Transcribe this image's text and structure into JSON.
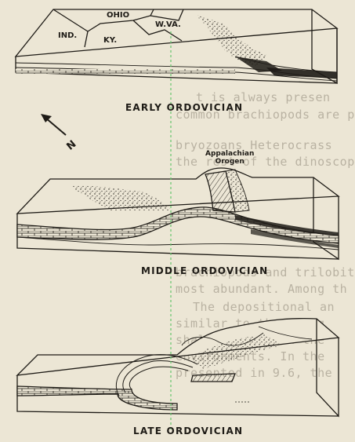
{
  "background_text": [
    "t is always presen",
    "common brachiopods are p",
    "bryozoans Heterocrass",
    "the rest of the dinoscope",
    "brachiopods and trilobit",
    "most abundant. Among th",
    "The depositional an",
    "similar to that of g",
    "shallow water on the",
    "environments. In the",
    "presented in 9.6, the"
  ],
  "panels": {
    "early": {
      "caption": "EARLY ORDOVICIAN",
      "states": {
        "ohio": "OHIO",
        "ind": "IND.",
        "ky": "KY.",
        "wva": "W.VA."
      }
    },
    "compass": {
      "north_label": "N"
    },
    "middle": {
      "caption": "MIDDLE ORDOVICIAN",
      "orogen_label_line1": "Appalachian",
      "orogen_label_line2": "Orogen"
    },
    "late": {
      "caption": "LATE ORDOVICIAN"
    }
  },
  "colors": {
    "paper": "#ece6d5",
    "ink": "#1e1b16",
    "bleed_text": "#b9b2a2",
    "guide_line": "#63c46b"
  }
}
